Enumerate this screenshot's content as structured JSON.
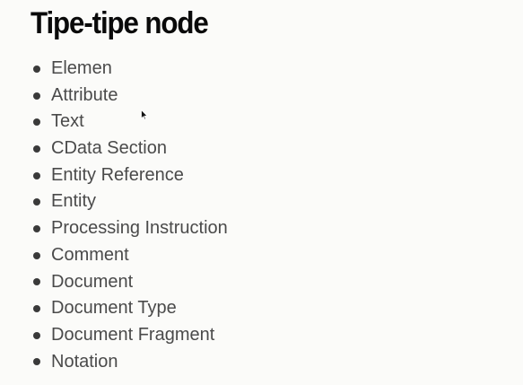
{
  "slide": {
    "title": "Tipe-tipe node",
    "items": [
      {
        "label": "Elemen"
      },
      {
        "label": "Attribute"
      },
      {
        "label": "Text"
      },
      {
        "label": "CData Section"
      },
      {
        "label": "Entity Reference"
      },
      {
        "label": "Entity"
      },
      {
        "label": "Processing Instruction"
      },
      {
        "label": "Comment"
      },
      {
        "label": "Document"
      },
      {
        "label": "Document Type"
      },
      {
        "label": "Document Fragment"
      },
      {
        "label": "Notation"
      }
    ]
  },
  "icons": {
    "cursor": "mouse-pointer-icon",
    "bullet": "bullet-dot-icon"
  },
  "colors": {
    "background": "#fbfbf9",
    "title": "#0a0a0a",
    "text": "#4a4a4a",
    "bullet": "#3a3a3a"
  }
}
